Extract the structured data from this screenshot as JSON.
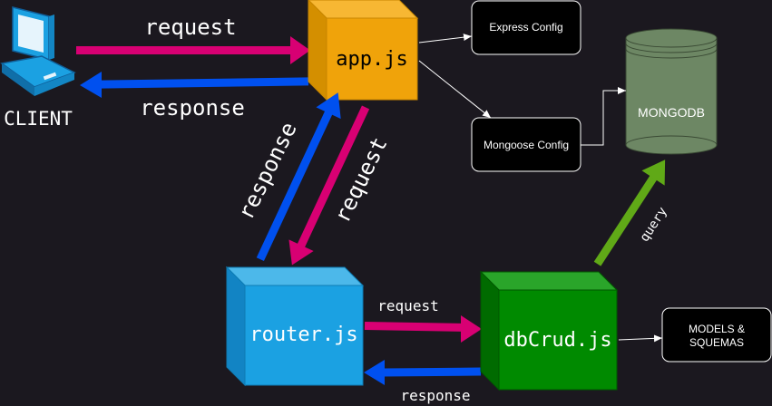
{
  "client": {
    "label": "CLIENT"
  },
  "nodes": {
    "app": {
      "label": "app.js",
      "color": "#f0a30a"
    },
    "router": {
      "label": "router.js",
      "color": "#1ba1e2"
    },
    "dbcrud": {
      "label": "dbCrud.js",
      "color": "#008a00"
    },
    "mongodb": {
      "label": "MONGODB",
      "color": "#6d8764"
    },
    "express_config": {
      "label": "Express Config"
    },
    "mongoose_config": {
      "label": "Mongoose Config"
    },
    "models": {
      "label_line1": "MODELS &",
      "label_line2": "SQUEMAS"
    }
  },
  "arrows": {
    "client_to_app": "request",
    "app_to_client": "response",
    "router_to_app": "response",
    "app_to_router": "request",
    "router_to_dbcrud": "request",
    "dbcrud_to_router": "response",
    "dbcrud_to_mongodb": "query"
  },
  "colors": {
    "request": "#d80073",
    "response": "#0050ef",
    "query": "#60a917",
    "background": "#1b181f"
  }
}
